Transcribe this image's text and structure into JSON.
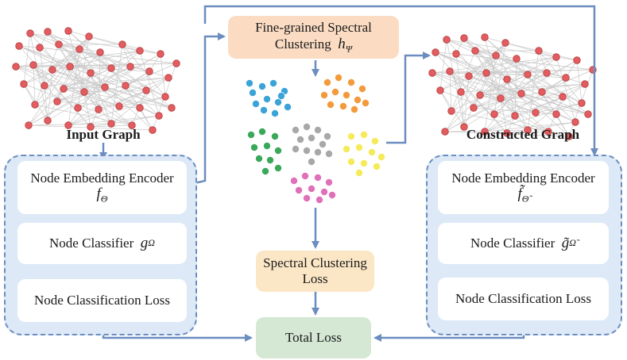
{
  "left": {
    "caption": "Input Graph",
    "encoder": {
      "label": "Node Embedding Encoder",
      "math": "f",
      "sub": "Θ"
    },
    "classifier": {
      "label": "Node Classifier",
      "math": "g",
      "sub": "Ω"
    },
    "loss": {
      "label": "Node Classification Loss"
    }
  },
  "right": {
    "caption": "Constructed Graph",
    "encoder": {
      "label": "Node Embedding Encoder",
      "math": "f̃",
      "sub": "Θ̃"
    },
    "classifier": {
      "label": "Node Classifier",
      "math": "g̃",
      "sub": "Ω̃"
    },
    "loss": {
      "label": "Node Classification Loss"
    }
  },
  "center": {
    "spectral": {
      "line1": "Fine-grained Spectral",
      "line2": "Clustering",
      "math": "h",
      "sub": "Ψ"
    },
    "sc_loss": {
      "line1": "Spectral Clustering",
      "line2": "Loss"
    },
    "total_loss": "Total Loss"
  },
  "colors": {
    "panel_bg": "#dde9f7",
    "panel_border": "#6b8dc0",
    "arrow": "#6b8dc0",
    "spectral_box": "#fbdcc3",
    "sc_loss_box": "#fbe7c6",
    "total_box": "#d4e8d4",
    "graph_node": "#e35d60",
    "clusters": [
      "#3ba3d8",
      "#f39a3b",
      "#a8a8a8",
      "#3aa85a",
      "#f5ea5a",
      "#e070b8"
    ]
  }
}
